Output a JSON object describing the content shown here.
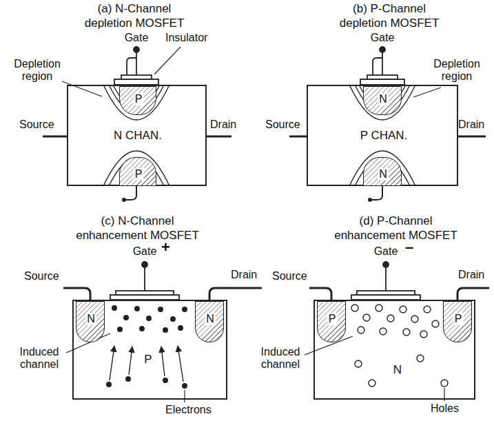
{
  "diagram": {
    "nodes": [
      {
        "text": [
          "N CHAN."
        ]
      },
      {
        "text": [
          "P"
        ],
        "in": 0
      },
      {
        "text": [
          "P"
        ],
        "in": 0
      },
      {
        "text": [
          "P CHAN."
        ]
      },
      {
        "text": [
          "N"
        ],
        "in": 3
      },
      {
        "text": [
          "N"
        ],
        "in": 3
      },
      {
        "text": [
          "P"
        ]
      },
      {
        "text": [
          "N"
        ],
        "in": 6
      },
      {
        "text": [
          "N"
        ],
        "in": 6
      },
      {
        "text": [
          "N"
        ]
      },
      {
        "text": [
          "P"
        ],
        "in": 9
      },
      {
        "text": [
          "P"
        ],
        "in": 9
      }
    ],
    "labels": [
      "(a) N-Channel depletion MOSFET",
      "(b) P-Channel depletion MOSFET",
      "Gate",
      "Insulator",
      "Depletion region",
      "Source",
      "Drain",
      "Gate",
      "Depletion region",
      "Source",
      "Drain",
      "(c) N-Channel enhancement MOSFET",
      "(d) P-Channel enhancement MOSFET",
      "Gate",
      "+",
      "Source",
      "Drain",
      "Induced channel",
      "Electrons",
      "Gate",
      "–",
      "Source",
      "Drain",
      "Induced channel",
      "Holes"
    ]
  }
}
